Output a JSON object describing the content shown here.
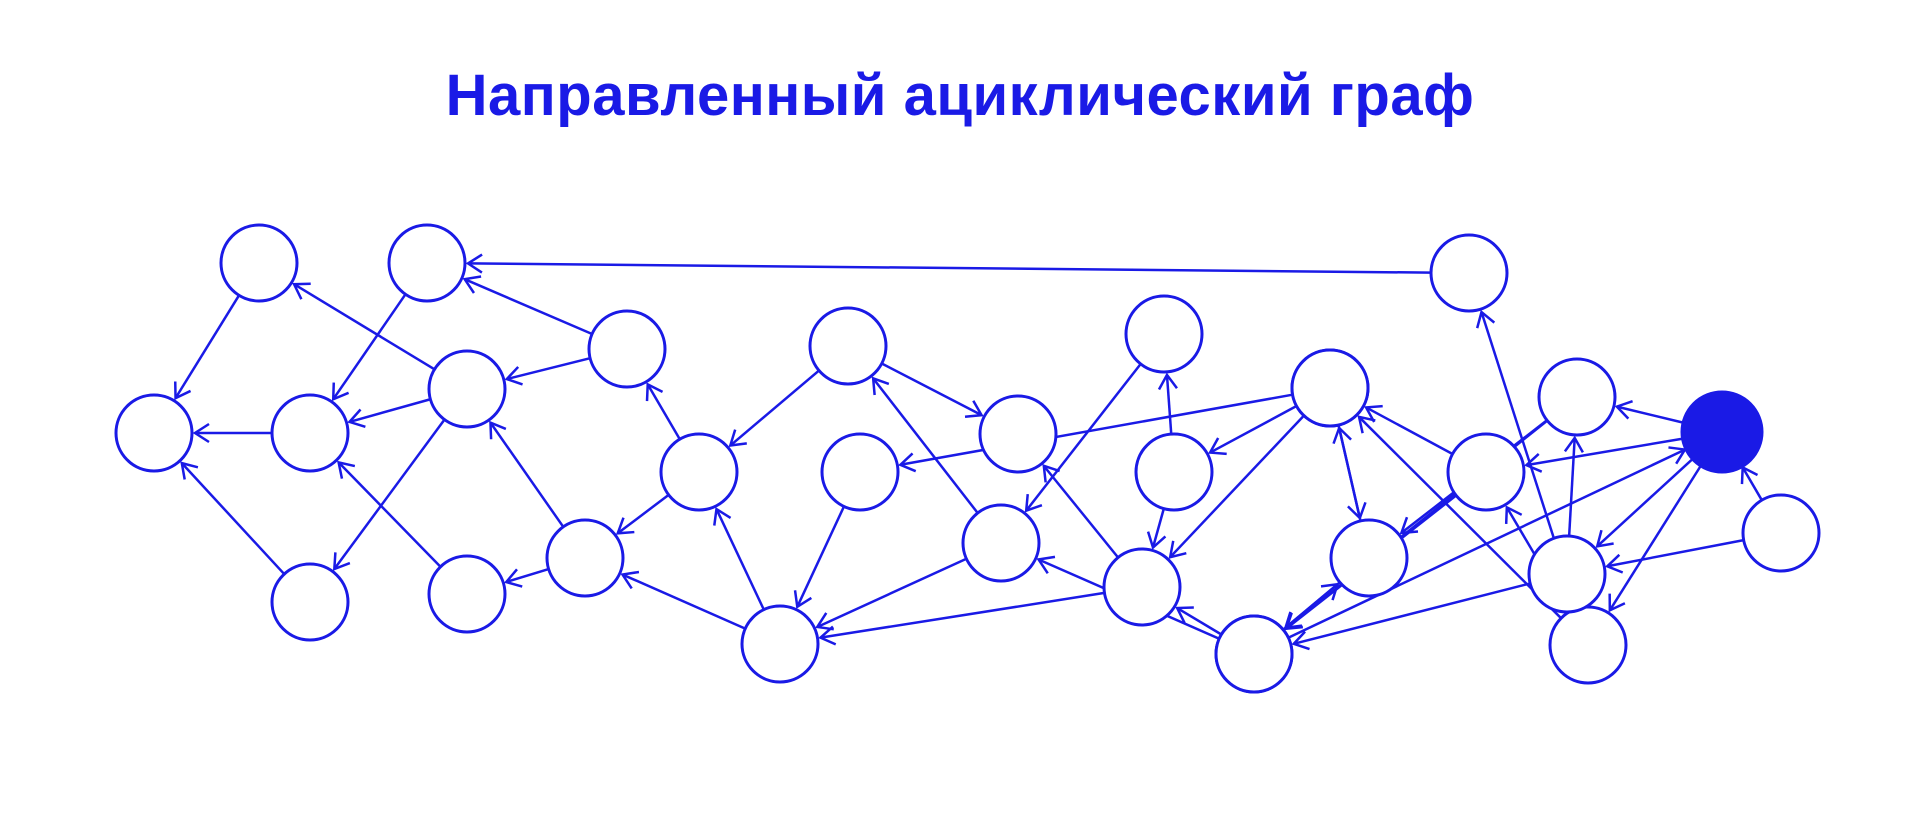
{
  "title": "Направленный ациклический граф",
  "colors": {
    "accent": "#1a1ae6",
    "background": "#ffffff"
  },
  "graph": {
    "nodes": [
      {
        "id": "n1"
      },
      {
        "id": "n2"
      },
      {
        "id": "n3"
      },
      {
        "id": "n4"
      },
      {
        "id": "n5"
      },
      {
        "id": "n6"
      },
      {
        "id": "n7"
      },
      {
        "id": "n8"
      },
      {
        "id": "n9"
      },
      {
        "id": "n10"
      },
      {
        "id": "n11"
      },
      {
        "id": "n12"
      },
      {
        "id": "n13"
      },
      {
        "id": "n14"
      },
      {
        "id": "n15"
      },
      {
        "id": "n16"
      },
      {
        "id": "n17"
      },
      {
        "id": "n18"
      },
      {
        "id": "n19"
      },
      {
        "id": "n20"
      },
      {
        "id": "n21"
      },
      {
        "id": "n22"
      },
      {
        "id": "n23"
      },
      {
        "id": "n24"
      },
      {
        "id": "n25"
      },
      {
        "id": "n26"
      },
      {
        "id": "n27"
      },
      {
        "id": "n28"
      },
      {
        "id": "n29"
      },
      {
        "id": "n30"
      },
      {
        "id": "n31",
        "filled": true
      }
    ],
    "edges": [
      [
        "n1",
        "n3"
      ],
      [
        "n4",
        "n3"
      ],
      [
        "n5",
        "n3"
      ],
      [
        "n2",
        "n4"
      ],
      [
        "n6",
        "n1"
      ],
      [
        "n6",
        "n4"
      ],
      [
        "n6",
        "n5"
      ],
      [
        "n7",
        "n4"
      ],
      [
        "n8",
        "n2"
      ],
      [
        "n8",
        "n6"
      ],
      [
        "n9",
        "n7"
      ],
      [
        "n9",
        "n6"
      ],
      [
        "n10",
        "n9"
      ],
      [
        "n10",
        "n8"
      ],
      [
        "n11",
        "n10"
      ],
      [
        "n11",
        "n9"
      ],
      [
        "n12",
        "n10"
      ],
      [
        "n12",
        "n14"
      ],
      [
        "n13",
        "n11"
      ],
      [
        "n15",
        "n12"
      ],
      [
        "n15",
        "n11"
      ],
      [
        "n16",
        "n14"
      ],
      [
        "n16",
        "n11"
      ],
      [
        "n17",
        "n15"
      ],
      [
        "n19",
        "n15"
      ],
      [
        "n19",
        "n16"
      ],
      [
        "n18",
        "n16"
      ],
      [
        "n18",
        "n17"
      ],
      [
        "n20",
        "n18"
      ],
      [
        "n20",
        "n16"
      ],
      [
        "n21",
        "n20"
      ],
      [
        "n21",
        "n19"
      ],
      [
        "n22",
        "n13"
      ],
      [
        "n22",
        "n21"
      ],
      [
        "n23",
        "n19"
      ],
      [
        "n23",
        "n20"
      ],
      [
        "n24",
        "n21"
      ],
      [
        "n24",
        "n29"
      ],
      [
        "n25",
        "n21"
      ],
      [
        "n25",
        "n24"
      ],
      [
        "n26",
        "n2"
      ],
      [
        "n27",
        "n26"
      ],
      [
        "n27",
        "n22"
      ],
      [
        "n27",
        "n23"
      ],
      [
        "n28",
        "n25"
      ],
      [
        "n28",
        "n24"
      ],
      [
        "n29",
        "n23"
      ],
      [
        "n30",
        "n28"
      ],
      [
        "n30",
        "n29"
      ],
      [
        "n31",
        "n27"
      ],
      [
        "n31",
        "n25"
      ],
      [
        "n31",
        "n28"
      ]
    ]
  }
}
